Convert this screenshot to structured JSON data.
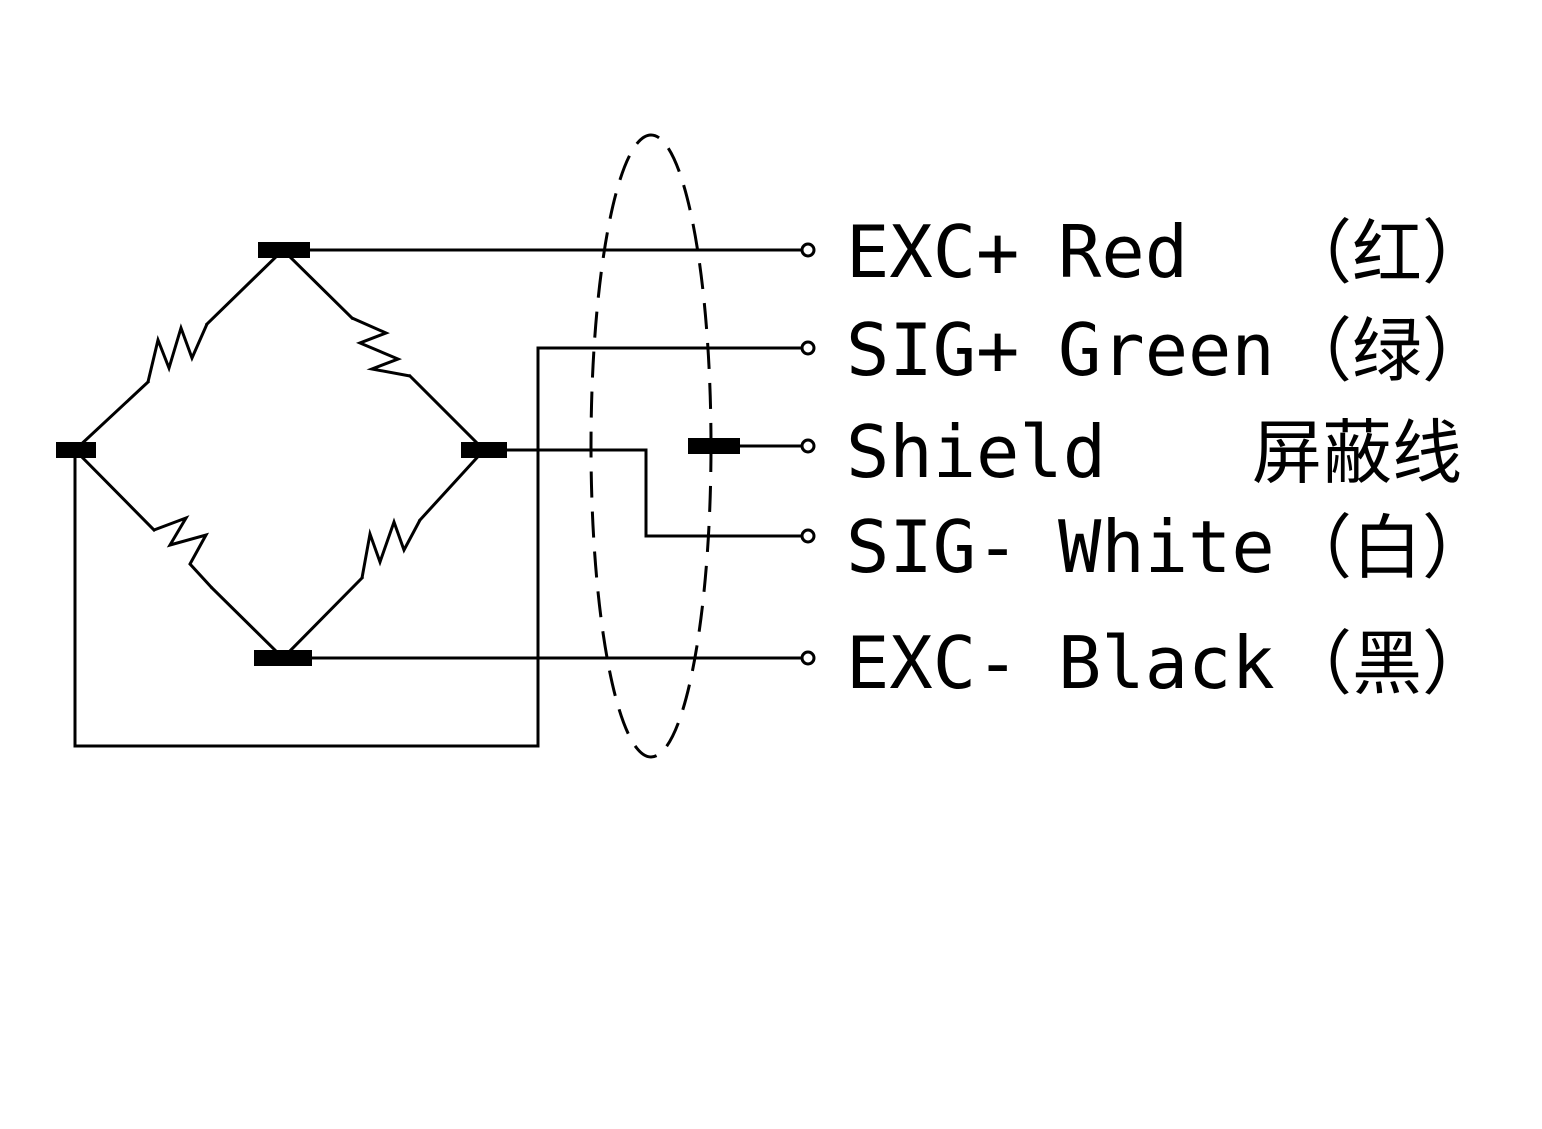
{
  "wires": [
    {
      "id": "exc-plus",
      "signal": "EXC+",
      "color": "Red",
      "cn": "（红）"
    },
    {
      "id": "sig-plus",
      "signal": "SIG+",
      "color": "Green",
      "cn": "（绿）"
    },
    {
      "id": "shield",
      "signal": "Shield",
      "color": "",
      "cn": "屏蔽线"
    },
    {
      "id": "sig-minus",
      "signal": "SIG-",
      "color": "White",
      "cn": "（白）"
    },
    {
      "id": "exc-minus",
      "signal": "EXC-",
      "color": "Black",
      "cn": "（黑）"
    }
  ],
  "line_color": "#000000",
  "background": "#ffffff"
}
